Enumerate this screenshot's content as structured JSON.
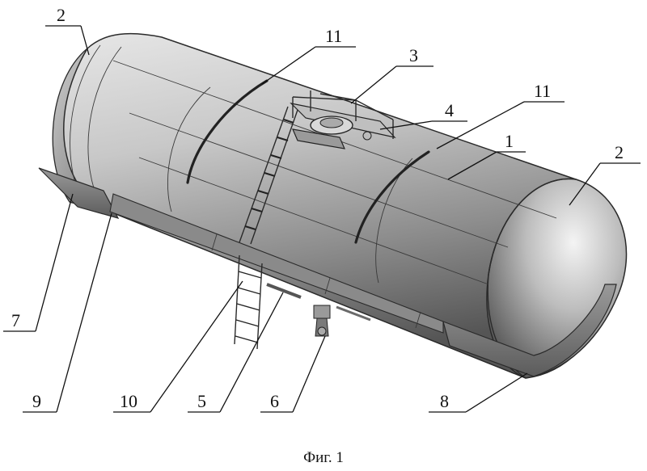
{
  "figure": {
    "caption": "Фиг. 1"
  },
  "callouts": [
    {
      "id": "c2-left",
      "text": "2"
    },
    {
      "id": "c11-top",
      "text": "11"
    },
    {
      "id": "c3",
      "text": "3"
    },
    {
      "id": "c4",
      "text": "4"
    },
    {
      "id": "c11-right",
      "text": "11"
    },
    {
      "id": "c1",
      "text": "1"
    },
    {
      "id": "c2-right",
      "text": "2"
    },
    {
      "id": "c7",
      "text": "7"
    },
    {
      "id": "c9",
      "text": "9"
    },
    {
      "id": "c10",
      "text": "10"
    },
    {
      "id": "c5",
      "text": "5"
    },
    {
      "id": "c6",
      "text": "6"
    },
    {
      "id": "c8",
      "text": "8"
    }
  ]
}
